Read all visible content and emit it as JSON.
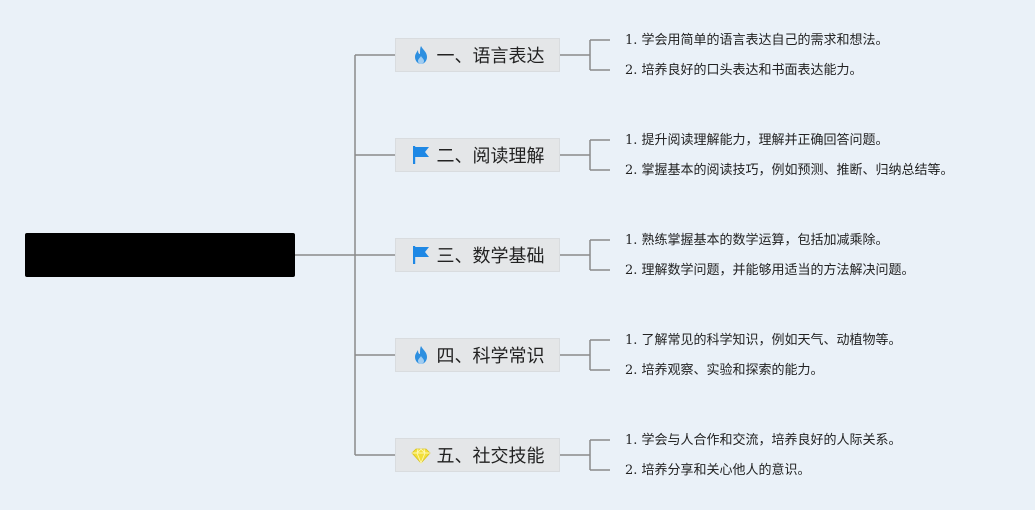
{
  "root": {
    "label": ""
  },
  "branches": [
    {
      "icon": "fire-icon",
      "label": "一、语言表达",
      "items": [
        "1. 学会用简单的语言表达自己的需求和想法。",
        "2. 培养良好的口头表达和书面表达能力。"
      ]
    },
    {
      "icon": "flag-icon",
      "label": "二、阅读理解",
      "items": [
        "1. 提升阅读理解能力，理解并正确回答问题。",
        "2. 掌握基本的阅读技巧，例如预测、推断、归纳总结等。"
      ]
    },
    {
      "icon": "flag-icon",
      "label": "三、数学基础",
      "items": [
        "1. 熟练掌握基本的数学运算，包括加减乘除。",
        "2. 理解数学问题，并能够用适当的方法解决问题。"
      ]
    },
    {
      "icon": "fire-icon",
      "label": "四、科学常识",
      "items": [
        "1. 了解常见的科学知识，例如天气、动植物等。",
        "2. 培养观察、实验和探索的能力。"
      ]
    },
    {
      "icon": "gem-icon",
      "label": "五、社交技能",
      "items": [
        "1. 学会与人合作和交流，培养良好的人际关系。",
        "2. 培养分享和关心他人的意识。"
      ]
    }
  ],
  "colors": {
    "line": "#8a8a8a",
    "fire": "#2d8fe0",
    "flag": "#1e88e5",
    "gem": "#f2df3a"
  }
}
